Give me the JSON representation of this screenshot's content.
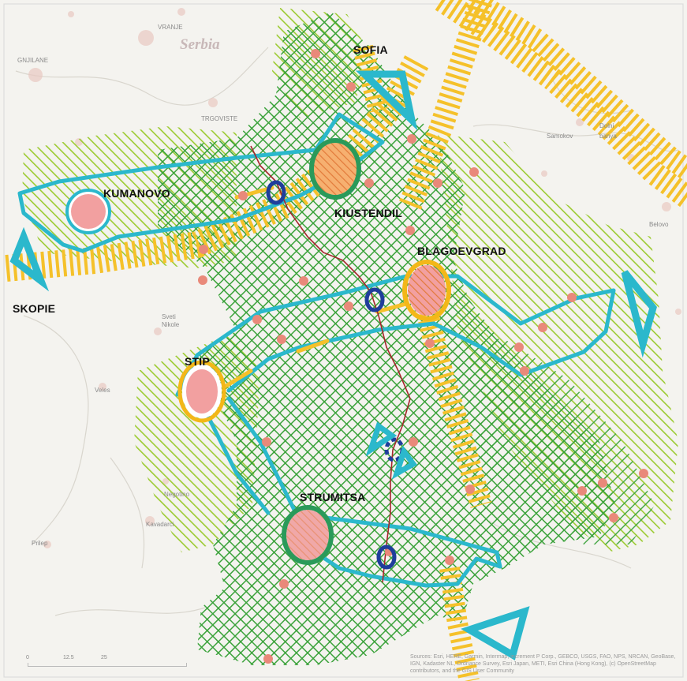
{
  "map": {
    "country_label": "Serbia",
    "cities": {
      "kumanovo": "KUMANOVO",
      "kiustendil": "KIUSTENDIL",
      "sofia": "SOFIA",
      "skopie": "SKOPIE",
      "blagoevgrad": "BLAGOEVGRAD",
      "stip": "STIP",
      "strumitsa": "STRUMITSA"
    },
    "background_places": [
      "VRANJE",
      "GNJILANE",
      "TRGOVISTE",
      "Samokov",
      "Dolni",
      "banya",
      "Belovo",
      "Kavadarci",
      "Negotino",
      "Sveti",
      "Nikole",
      "Prilep",
      "Veles"
    ],
    "attribution": "Sources: Esri, HERE, Garmin, Intermap, increment P Corp., GEBCO, USGS, FAO, NPS, NRCAN, GeoBase, IGN, Kadaster NL, Ordnance Survey, Esri Japan, METI, Esri China (Hong Kong), (c) OpenStreetMap contributors, and the GIS User Community",
    "scale": [
      "0",
      "12.5",
      "25"
    ],
    "colors": {
      "corridor": "#2bb8cc",
      "axis": "#f5c12a",
      "green_hatch": "#3aa63a",
      "lime_hatch": "#9cc832",
      "city_fill": "#f3a0a0",
      "ring_yellow": "#f3b718",
      "ring_green": "#2a9a5a",
      "node_blue": "#1f3d9b",
      "border": "#a6262c",
      "town_dot": "#e9897a"
    }
  }
}
